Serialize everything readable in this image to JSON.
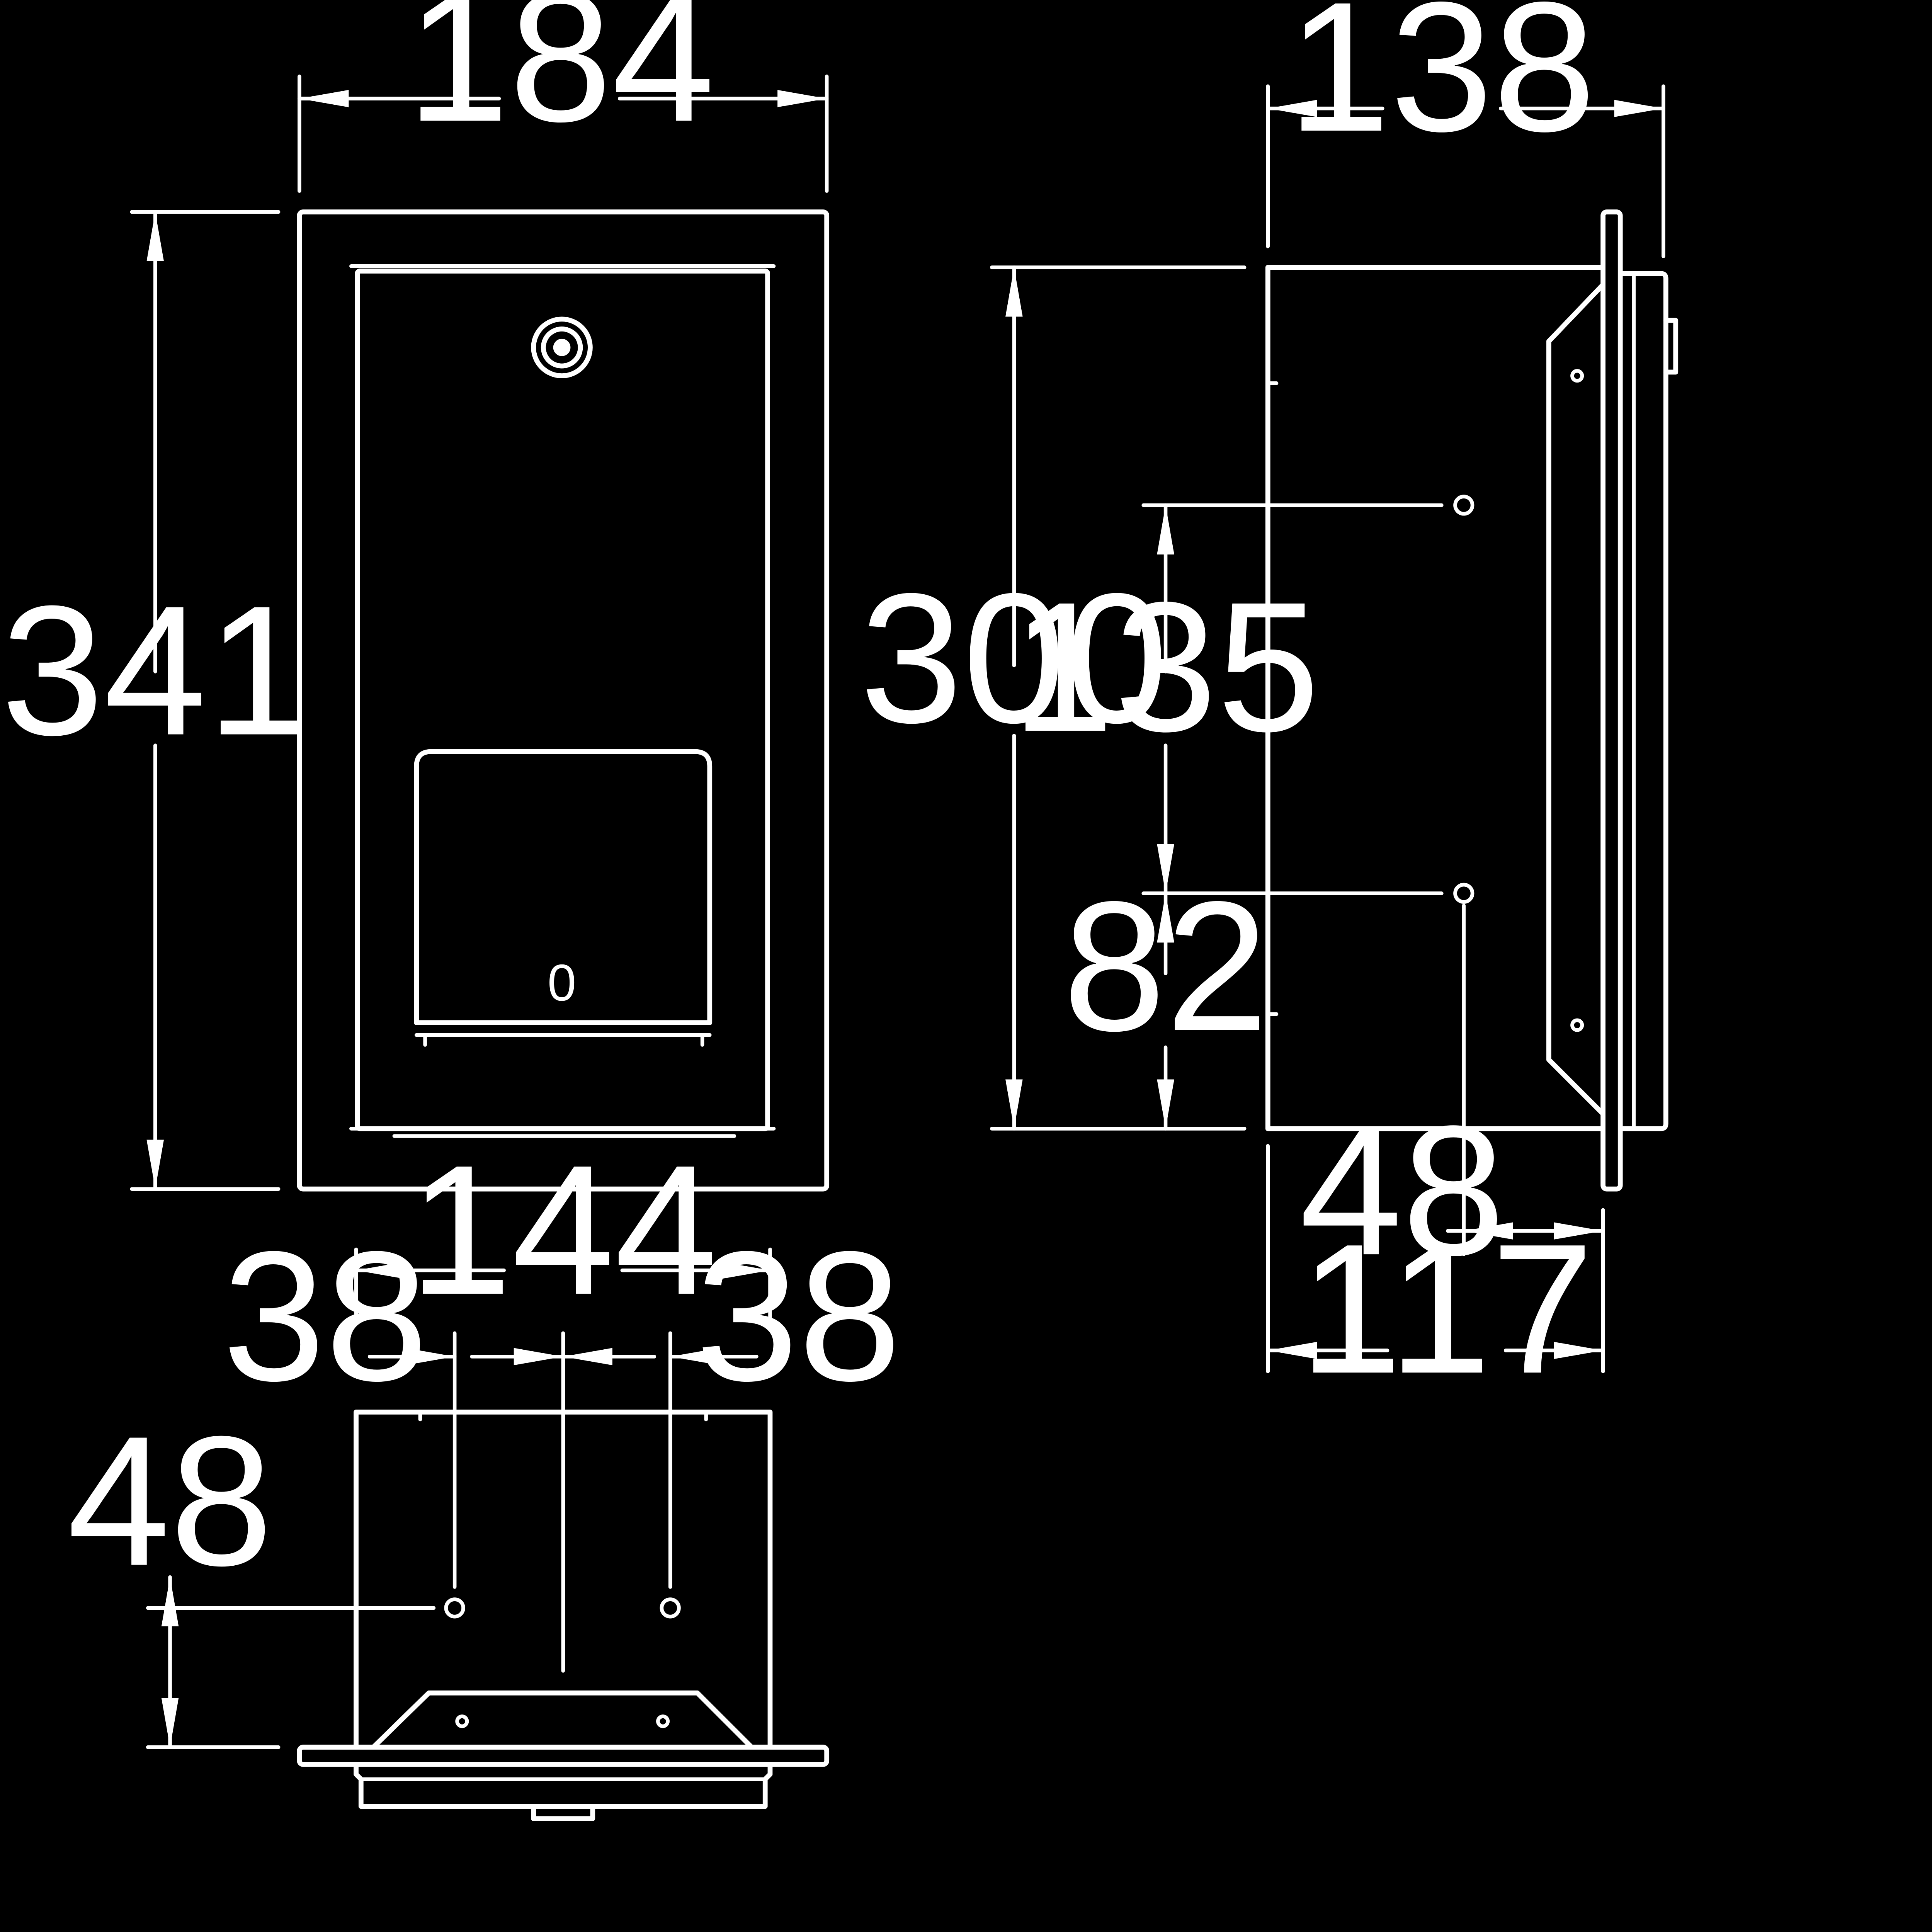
{
  "colors": {
    "background": "#000000",
    "line": "#ffffff"
  },
  "front_view": {
    "width_label": "184",
    "height_label": "341",
    "door_glyph": "0"
  },
  "side_view": {
    "depth_label": "138",
    "height_label": "300",
    "hole_spacing_label": "135",
    "hole_bottom_label": "82",
    "hole_inset_label": "48",
    "body_depth_label": "117"
  },
  "top_view": {
    "width_label": "144",
    "left_hole_label": "38",
    "right_hole_label": "38",
    "hole_depth_label": "48"
  }
}
